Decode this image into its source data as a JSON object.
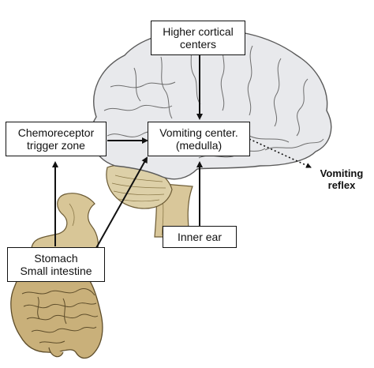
{
  "diagram": {
    "boxes": {
      "higher_cortical": {
        "line1": "Higher cortical",
        "line2": "centers"
      },
      "chemoreceptor": {
        "line1": "Chemoreceptor",
        "line2": "trigger zone"
      },
      "vomiting_center": {
        "line1": "Vomiting center.",
        "line2": "(medulla)"
      },
      "inner_ear": {
        "line1": "Inner ear"
      },
      "stomach": {
        "line1": "Stomach",
        "line2": "Small intestine"
      }
    },
    "output_label": {
      "line1": "Vomiting",
      "line2": "reflex"
    }
  },
  "colors": {
    "brain_fill": "#e8e9ec",
    "brain_stroke": "#5a5a5a",
    "cerebellum": "#ddd0a8",
    "brainstem": "#d9c79a",
    "intestine": "#c9b07a",
    "stomach": "#d8c697",
    "ink": "#111111"
  }
}
